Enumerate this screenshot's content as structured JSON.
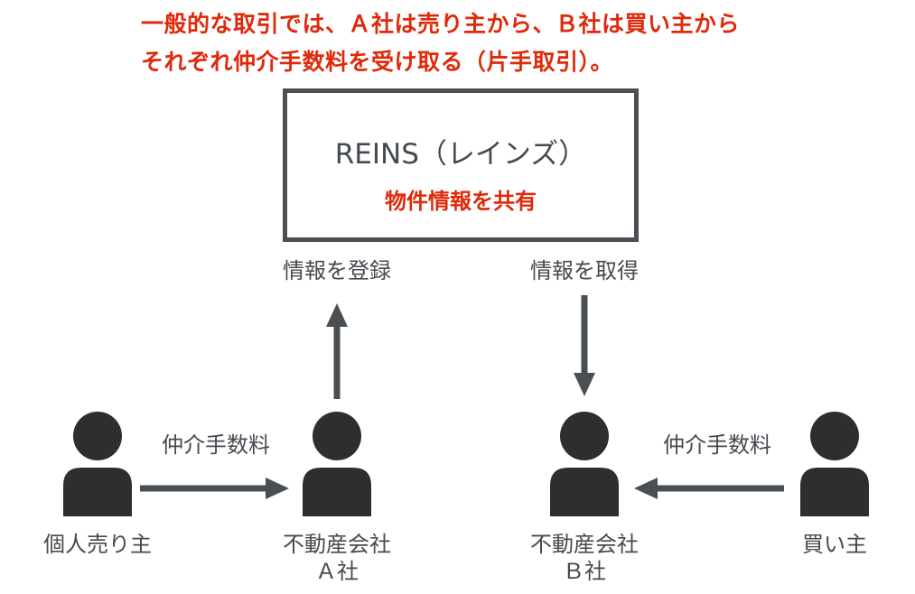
{
  "caption": {
    "line1": "一般的な取引では、Ａ社は売り主から、Ｂ社は買い主から",
    "line2": "それぞれ仲介手数料を受け取る（片手取引）。"
  },
  "reins": {
    "title": "REINS（レインズ）",
    "subtitle": "物件情報を共有"
  },
  "flows": {
    "register_label": "情報を登録",
    "obtain_label": "情報を取得",
    "fee_left_label": "仲介手数料",
    "fee_right_label": "仲介手数料"
  },
  "actors": {
    "seller": "個人売り主",
    "agency_a_line1": "不動産会社",
    "agency_a_line2": "Ａ社",
    "agency_b_line1": "不動産会社",
    "agency_b_line2": "Ｂ社",
    "buyer": "買い主"
  },
  "colors": {
    "accent_red": "#e0290a",
    "person": "#2e2e2e",
    "arrow": "#4a4f54",
    "text": "#444a4f"
  }
}
